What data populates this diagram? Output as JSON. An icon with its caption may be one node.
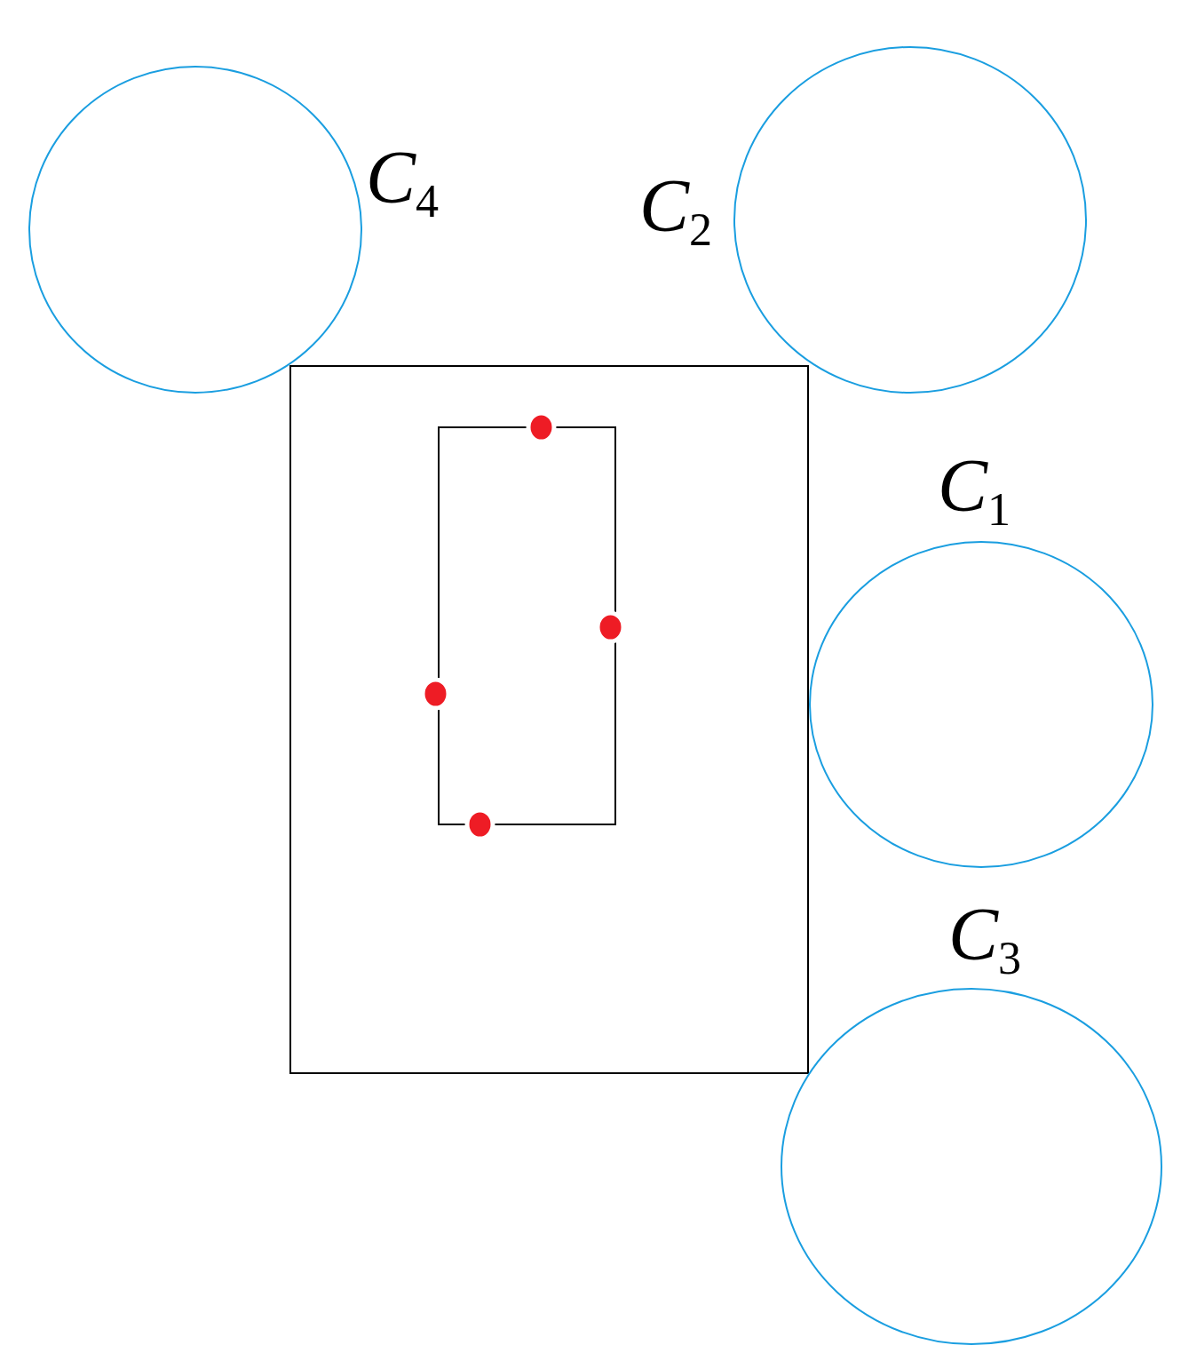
{
  "diagram": {
    "nodes": [
      {
        "text": [],
        "shape": "circle",
        "beside": [
          "*C*$_{4}$"
        ]
      },
      {
        "text": [],
        "shape": "circle",
        "beside": [
          "*C*$_{2}$"
        ]
      },
      {
        "text": [],
        "shape": "box"
      },
      {
        "text": [],
        "shape": "box",
        "in": 2
      },
      {
        "text": [],
        "shape": "circle",
        "in": 2
      },
      {
        "text": [],
        "shape": "circle",
        "in": 2
      },
      {
        "text": [],
        "shape": "circle",
        "in": 2
      },
      {
        "text": [],
        "shape": "circle",
        "in": 2
      },
      {
        "text": [],
        "shape": "circle",
        "beside": [
          "*C*$_{1}$"
        ]
      },
      {
        "text": [],
        "shape": "circle",
        "beside": [
          "*C*$_{3}$"
        ]
      }
    ]
  }
}
